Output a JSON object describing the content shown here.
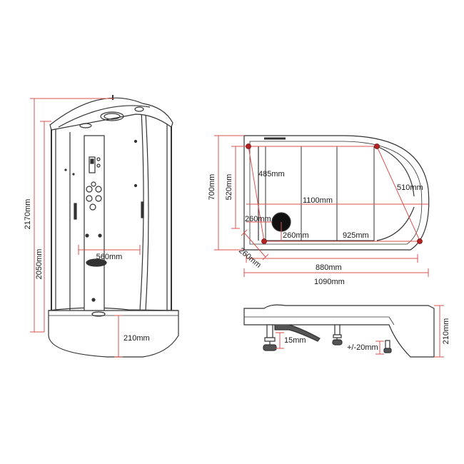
{
  "colors": {
    "line": "#333333",
    "dimension": "#d9534f",
    "marker": "#b22222",
    "background": "#ffffff"
  },
  "front_view": {
    "height_total": "2170mm",
    "height_enclosure": "2050mm",
    "panel_width": "560mm",
    "tray_height": "210mm"
  },
  "plan_view": {
    "depth_total": "700mm",
    "depth_straight": "520mm",
    "diagonal_left": "485mm",
    "width_inner": "1100mm",
    "diagonal_right": "510mm",
    "waste_offset_side": "260mm",
    "waste_offset_front": "260mm",
    "front_span": "925mm",
    "corner_depth": "260mm",
    "width_front": "880mm",
    "width_total": "1090mm"
  },
  "side_view": {
    "tray_height": "210mm",
    "waste_height": "15mm",
    "leg_adjust": "+/-20mm"
  }
}
